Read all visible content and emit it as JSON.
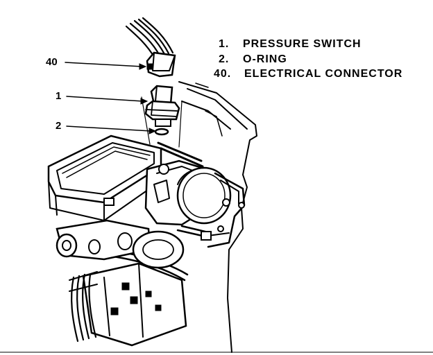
{
  "legend": [
    {
      "number": "1.",
      "label": "PRESSURE SWITCH"
    },
    {
      "number": "2.",
      "label": "O-RING"
    },
    {
      "number": "40.",
      "label": "ELECTRICAL CONNECTOR"
    }
  ],
  "callouts": {
    "connector": "40",
    "switch": "1",
    "oring": "2"
  }
}
